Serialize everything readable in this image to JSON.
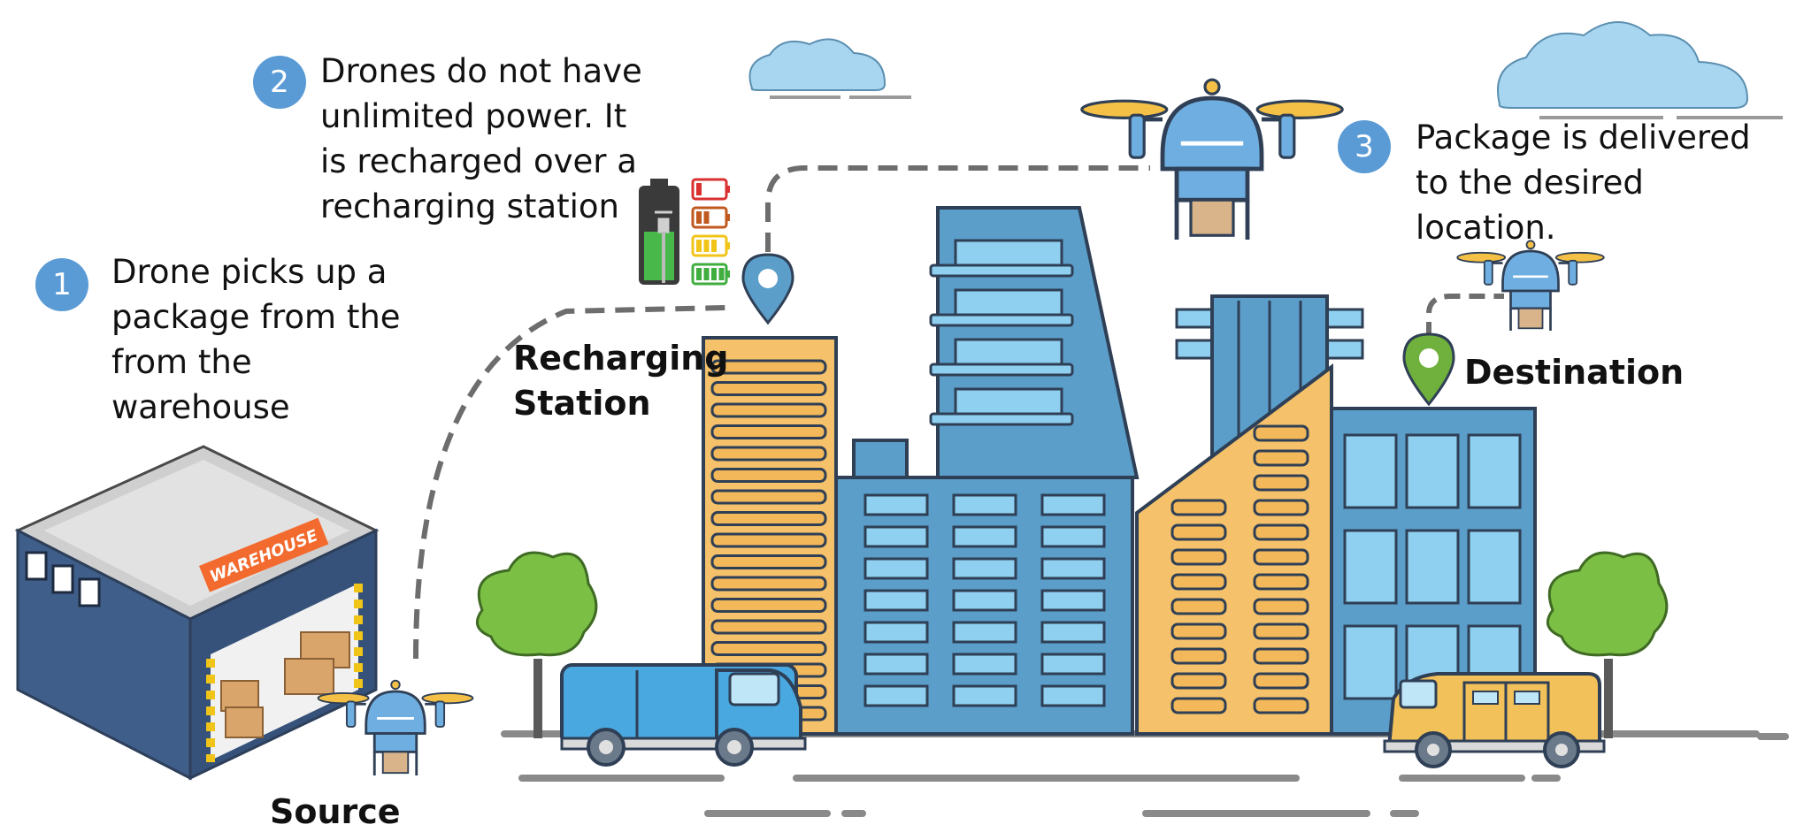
{
  "steps": [
    {
      "number": "1",
      "lines": [
        "Drone picks up a",
        "package from the",
        "from the",
        "warehouse"
      ]
    },
    {
      "number": "2",
      "lines": [
        "Drones do not have",
        "unlimited power. It",
        "is recharged over a",
        "recharging station"
      ]
    },
    {
      "number": "3",
      "lines": [
        "Package is delivered",
        "to the desired",
        "location."
      ]
    }
  ],
  "places": {
    "source": "Source",
    "recharging": [
      "Recharging",
      "Station"
    ],
    "destination": "Destination"
  },
  "warehouse_sign": "WAREHOUSE",
  "colors": {
    "badge": "#5b9bd5",
    "building_blue": "#5b9ec9",
    "building_orange": "#f5c26b",
    "window": "#8fd0f0",
    "warehouse_wall": "#3f5f8a",
    "warehouse_sign": "#f26a2e",
    "tree": "#7cbf45",
    "destination_pin": "#6fb13c",
    "station_pin": "#5b9ec9",
    "drone": "#6faee0",
    "rotor": "#f4c045",
    "package": "#d9b48a",
    "van_blue": "#4aa8e0",
    "van_yellow": "#f2c15a",
    "cloud": "#a8d6f0",
    "route": "#6d6d6d"
  },
  "battery_levels": [
    {
      "color": "#d93030",
      "bars": 1
    },
    {
      "color": "#c05a1f",
      "bars": 2
    },
    {
      "color": "#f0c419",
      "bars": 3
    },
    {
      "color": "#3fae3f",
      "bars": 4
    }
  ]
}
